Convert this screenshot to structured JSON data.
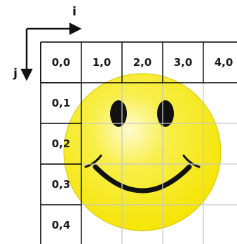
{
  "axes": {
    "i_label": "i",
    "j_label": "j"
  },
  "grid": {
    "columns": 5,
    "rows": 5,
    "border_color": "#000000",
    "line_color": "#c8c8c8",
    "header_cells": [
      {
        "label": "0,0",
        "col": 0,
        "row": 0
      },
      {
        "label": "1,0",
        "col": 1,
        "row": 0
      },
      {
        "label": "2,0",
        "col": 2,
        "row": 0
      },
      {
        "label": "3,0",
        "col": 3,
        "row": 0
      },
      {
        "label": "4,0",
        "col": 4,
        "row": 0
      },
      {
        "label": "0,1",
        "col": 0,
        "row": 1
      },
      {
        "label": "0,2",
        "col": 0,
        "row": 2
      },
      {
        "label": "0,3",
        "col": 0,
        "row": 3
      },
      {
        "label": "0,4",
        "col": 0,
        "row": 4
      }
    ]
  },
  "smiley": {
    "face_color": "#f5e400",
    "face_highlight": "#fffbd0",
    "feature_color": "#111111"
  }
}
